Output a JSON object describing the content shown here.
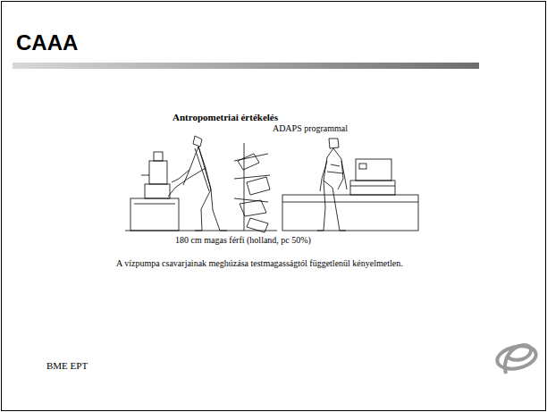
{
  "diagram": {
    "title": "CAAA",
    "labels": [
      "Antropometriai értékelés",
      "ADAPS programmal",
      "180 cm magas férfi (holland, pc 50%)",
      "A vízpumpa csavarjainak meghúzása testmagasságtól függetlenül kényelmetlen.",
      "BME EPT"
    ]
  }
}
